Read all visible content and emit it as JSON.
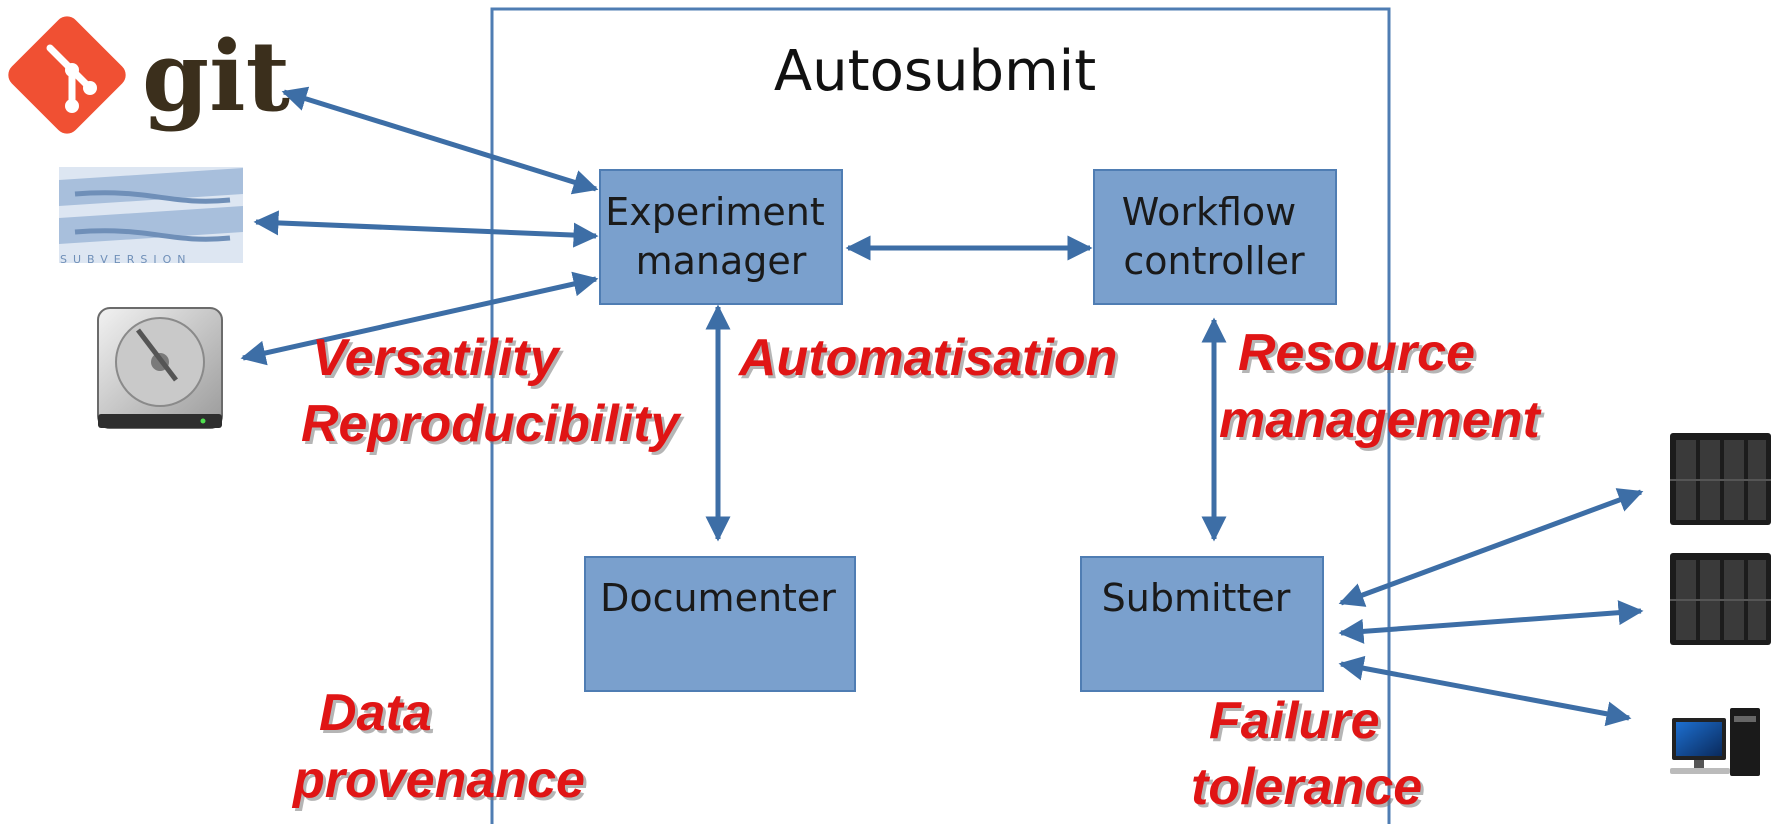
{
  "title": "Autosubmit",
  "components": {
    "experiment_manager": [
      "Experiment",
      "manager"
    ],
    "workflow_controller": [
      "Workflow",
      "controller"
    ],
    "documenter": [
      "Documenter"
    ],
    "submitter": [
      "Submitter"
    ]
  },
  "qualities": {
    "versatility": "Versatility",
    "reproducibility": "Reproducibility",
    "automatisation": "Automatisation",
    "resource": [
      "Resource",
      "management"
    ],
    "data_provenance": [
      "Data",
      "provenance"
    ],
    "failure_tolerance": [
      "Failure",
      "tolerance"
    ]
  },
  "logos": {
    "git": "git",
    "subversion": "SUBVERSION"
  },
  "icons": [
    "git-logo-icon",
    "subversion-logo-icon",
    "hard-drive-icon",
    "server-rack-icon",
    "server-rack-icon",
    "desktop-computer-icon"
  ],
  "colors": {
    "box_fill": "#7aa0cd",
    "arrow": "#3d6ea6",
    "quality_text": "#e01515",
    "git_orange": "#f05033"
  }
}
